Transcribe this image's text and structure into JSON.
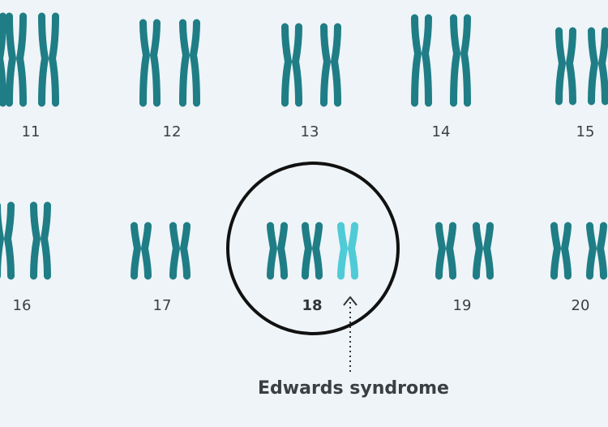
{
  "colors": {
    "chromosome": "#1f7d86",
    "extra_chromosome": "#4ecbd6",
    "circle": "#111111",
    "background": "#eef4f7",
    "text": "#3a3f43"
  },
  "chromosome_pairs": [
    {
      "number": "11",
      "count": 2
    },
    {
      "number": "12",
      "count": 2
    },
    {
      "number": "13",
      "count": 2
    },
    {
      "number": "14",
      "count": 2
    },
    {
      "number": "15",
      "count": 2
    },
    {
      "number": "16",
      "count": 2
    },
    {
      "number": "17",
      "count": 2
    },
    {
      "number": "18",
      "count": 3,
      "highlighted": true
    },
    {
      "number": "19",
      "count": 2
    },
    {
      "number": "20",
      "count": 2
    }
  ],
  "annotation": {
    "text": "Edwards syndrome"
  }
}
